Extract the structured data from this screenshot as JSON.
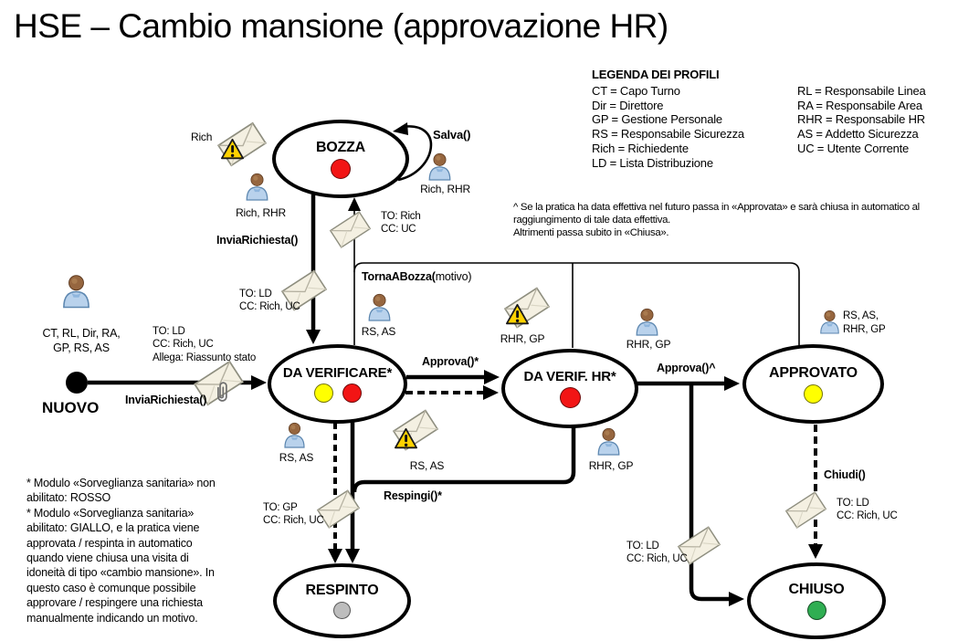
{
  "title": "HSE – Cambio mansione (approvazione HR)",
  "legend": {
    "heading": "LEGENDA DEI PROFILI",
    "col1": [
      "CT = Capo Turno",
      "Dir = Direttore",
      "GP = Gestione Personale",
      "RS = Responsabile Sicurezza",
      "Rich = Richiedente",
      "LD = Lista Distribuzione"
    ],
    "col2": [
      "RL = Responsabile Linea",
      "RA = Responsabile Area",
      "RHR = Responsabile HR",
      "AS = Addetto Sicurezza",
      "UC = Utente Corrente"
    ]
  },
  "notes": {
    "future": "^ Se la pratica ha data effettiva nel futuro passa in «Approvata» e sarà chiusa in automatico al\nraggiungimento di tale data effettiva.\nAltrimenti passa subito in «Chiusa».",
    "module": "* Modulo «Sorveglianza sanitaria» non\nabilitato: ROSSO\n* Modulo «Sorveglianza sanitaria»\nabilitato: GIALLO, e la pratica viene\napprovata / respinta in automatico\nquando viene chiusa una visita di\nidoneità di tipo «cambio mansione». In\nquesto caso è comunque possibile\napprovare / respingere una richiesta\nmanualmente indicando un motivo."
  },
  "states": {
    "nuovo": "NUOVO",
    "bozza": "BOZZA",
    "da_verificare": "DA VERIFICARE*",
    "da_verif_hr": "DA VERIF. HR*",
    "approvato": "APPROVATO",
    "respinto": "RESPINTO",
    "chiuso": "CHIUSO"
  },
  "transitions": {
    "salva": "Salva()",
    "invia_richiesta_1": "InviaRichiesta()",
    "invia_richiesta_2": "InviaRichiesta()",
    "torna_a_bozza_fn": "TornaABozza(",
    "torna_a_bozza_arg": "motivo)",
    "approva_star": "Approva()*",
    "approva_caret": "Approva()^",
    "respingi": "Respingi()*",
    "chiudi": "Chiudi()"
  },
  "mails": {
    "nuovo": "TO: LD\nCC: Rich, UC\nAllega: Riassunto stato",
    "bozza_invia": "TO: LD\nCC: Rich, UC",
    "torna_bozza": "TO: Rich\nCC: UC",
    "respingi_auto": "TO: GP\nCC: Rich, UC",
    "verif_hr_chiuso": "TO: LD\nCC: Rich, UC",
    "chiudi": "TO: LD\nCC: Rich, UC"
  },
  "actors": {
    "nuovo": "CT, RL, Dir, RA,\nGP, RS, AS",
    "bozza_mail_warn": "Rich",
    "bozza_left": "Rich, RHR",
    "bozza_right": "Rich, RHR",
    "torna_bozza": "RS, AS",
    "verif_hr_mail_warn": "RHR, GP",
    "verif_hr_top": "RHR, GP",
    "approvato": "RS, AS,\nRHR, GP",
    "verificare_bottom": "RS, AS",
    "verificare_mail_warn": "RS, AS",
    "verif_hr_bottom": "RHR, GP"
  },
  "status_colors": {
    "red": "#f21515",
    "yellow": "#ffff00",
    "green": "#2fae52",
    "gray": "#bdbdbd",
    "black": "#000000"
  }
}
